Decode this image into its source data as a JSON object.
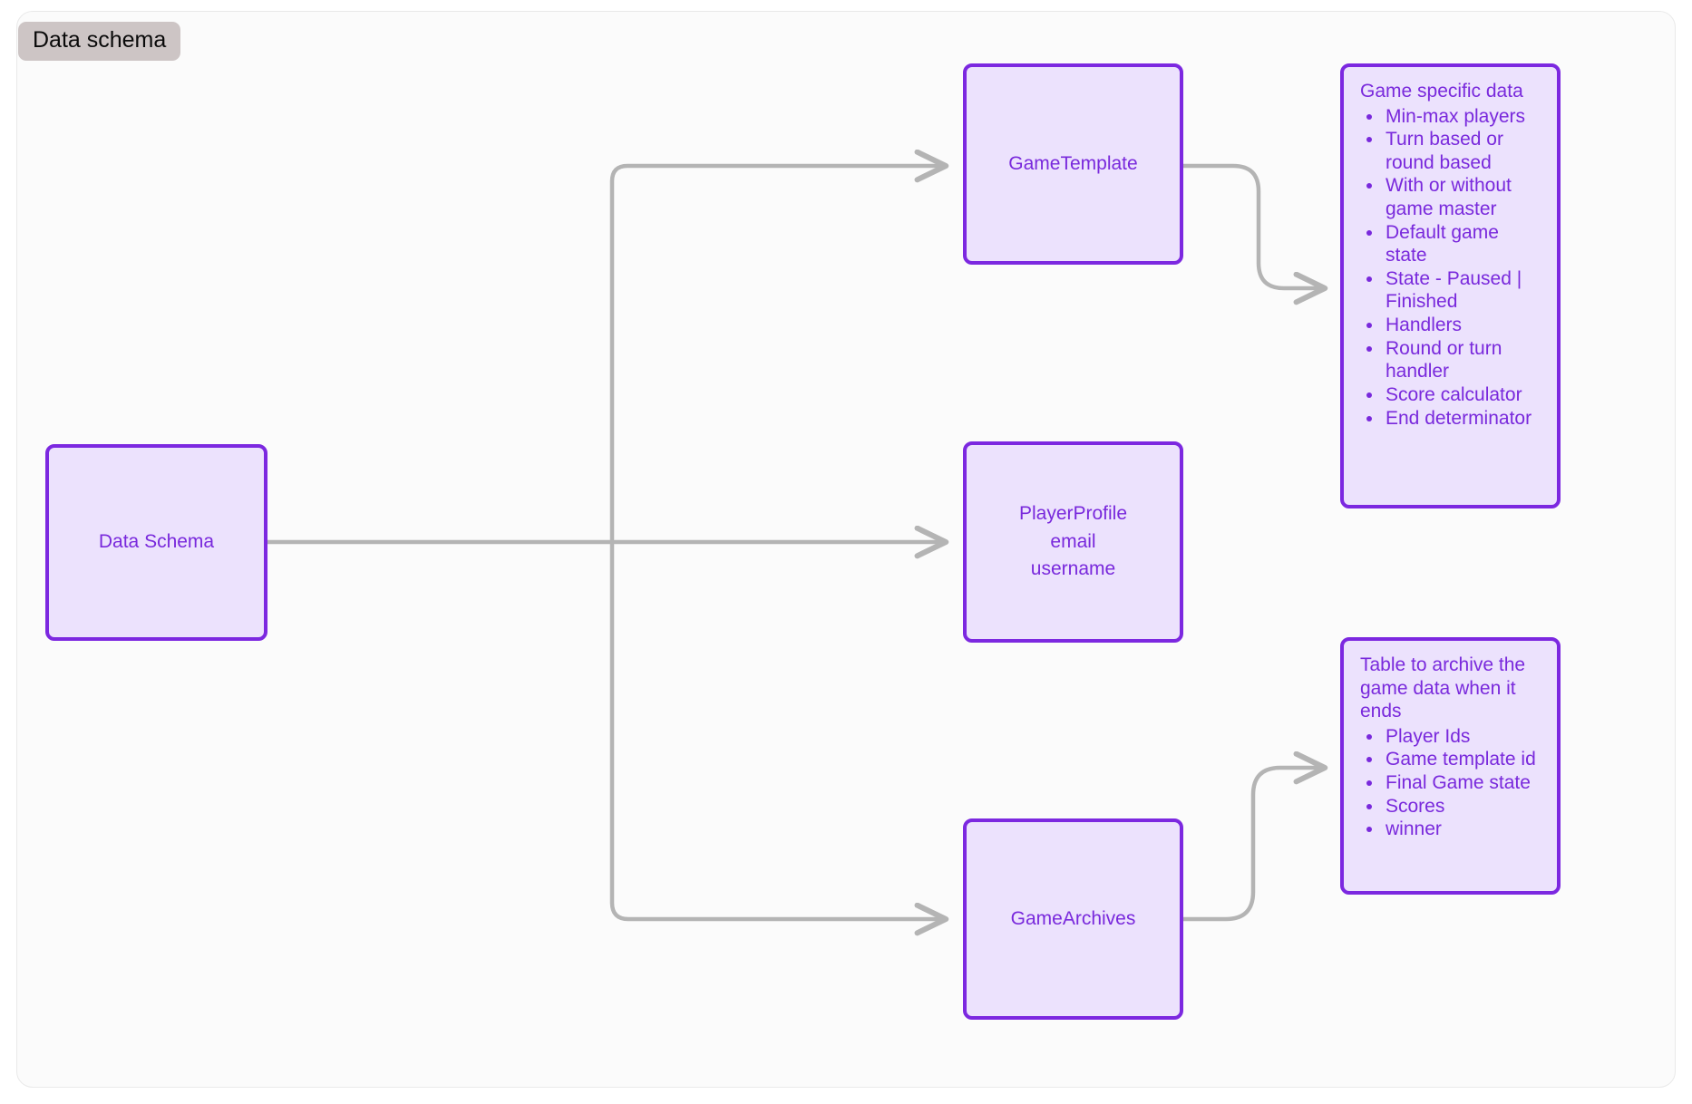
{
  "panel": {
    "title_badge": "Data schema",
    "accent_border": "#7c28e0",
    "node_fill": "#ece2fd",
    "node_text": "#7929dc",
    "edge_color": "#b4b4b4",
    "badge_bg": "#cdc5c5",
    "canvas_bg": "#fbfbfb"
  },
  "nodes": {
    "root": {
      "label": "Data Schema"
    },
    "game_template": {
      "label": "GameTemplate"
    },
    "player_profile": {
      "line1": "PlayerProfile",
      "line2": "email",
      "line3": "username"
    },
    "game_archives": {
      "label": "GameArchives"
    },
    "game_specific_data": {
      "heading": "Game specific data",
      "items": [
        "Min-max players",
        "Turn based or round based",
        "With or without game master",
        "Default game state",
        "State - Paused | Finished",
        "Handlers",
        "Round or turn handler",
        "Score calculator",
        "End determinator"
      ]
    },
    "archive_table": {
      "heading": "Table to archive the game data when it ends",
      "items": [
        "Player Ids",
        "Game template id",
        "Final Game state",
        "Scores",
        "winner"
      ]
    }
  },
  "edges": [
    {
      "from": "root",
      "to": "game_template",
      "style": "orthogonal-rounded"
    },
    {
      "from": "root",
      "to": "player_profile",
      "style": "straight"
    },
    {
      "from": "root",
      "to": "game_archives",
      "style": "orthogonal-rounded"
    },
    {
      "from": "game_template",
      "to": "game_specific_data",
      "style": "s-curve-down"
    },
    {
      "from": "game_archives",
      "to": "archive_table",
      "style": "s-curve-up"
    }
  ]
}
